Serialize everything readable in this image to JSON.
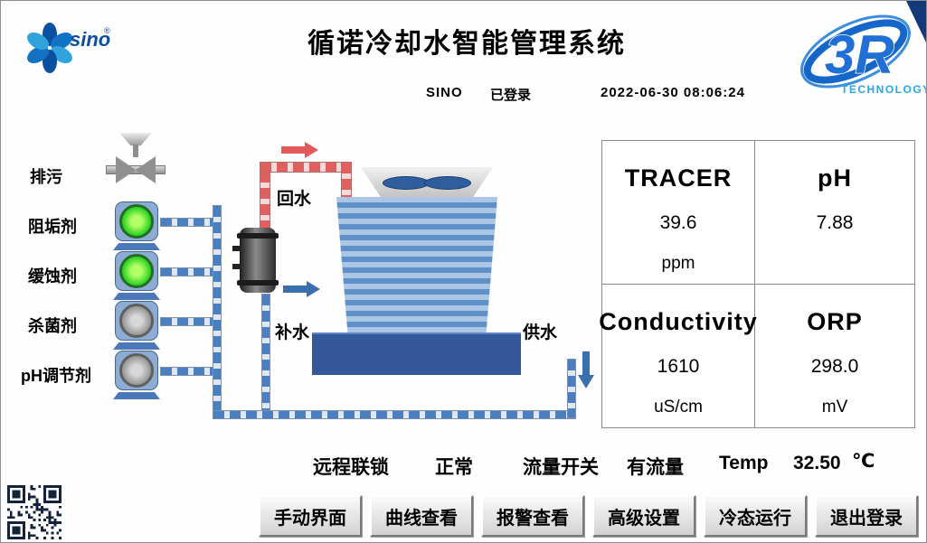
{
  "header": {
    "brand": "sino",
    "title": "循诺冷却水智能管理系统",
    "logo_3r": {
      "text": "3R",
      "subtext": "TECHNOLOGY"
    },
    "session": {
      "user": "SINO",
      "status": "已登录",
      "datetime": "2022-06-30  08:06:24"
    }
  },
  "diagram": {
    "drain_label": "排污",
    "pumps": [
      {
        "label": "阻垢剂",
        "state": "on"
      },
      {
        "label": "缓蚀剂",
        "state": "on"
      },
      {
        "label": "杀菌剂",
        "state": "off"
      },
      {
        "label": "pH调节剂",
        "state": "off"
      }
    ],
    "flow_labels": {
      "return": "回水",
      "makeup": "补水",
      "supply": "供水"
    }
  },
  "readings": [
    {
      "name": "TRACER",
      "value": "39.6",
      "unit": "ppm"
    },
    {
      "name": "pH",
      "value": "7.88",
      "unit": ""
    },
    {
      "name": "Conductivity",
      "value": "1610",
      "unit": "uS/cm"
    },
    {
      "name": "ORP",
      "value": "298.0",
      "unit": "mV"
    }
  ],
  "status_bar": {
    "interlock_label": "远程联锁",
    "interlock_value": "正常",
    "flow_label": "流量开关",
    "flow_value": "有流量",
    "temp_label": "Temp",
    "temp_value": "32.50",
    "temp_unit": "℃"
  },
  "nav_buttons": [
    "手动界面",
    "曲线查看",
    "报警查看",
    "高级设置",
    "冷态运行",
    "退出登录"
  ],
  "colors": {
    "pipe_blue": "#4a7fc1",
    "pipe_red": "#e06060",
    "pump_on": "#16cb16",
    "pump_off": "#8d8d8d",
    "accent_blue": "#1565c0",
    "basin_blue": "#34589b"
  }
}
